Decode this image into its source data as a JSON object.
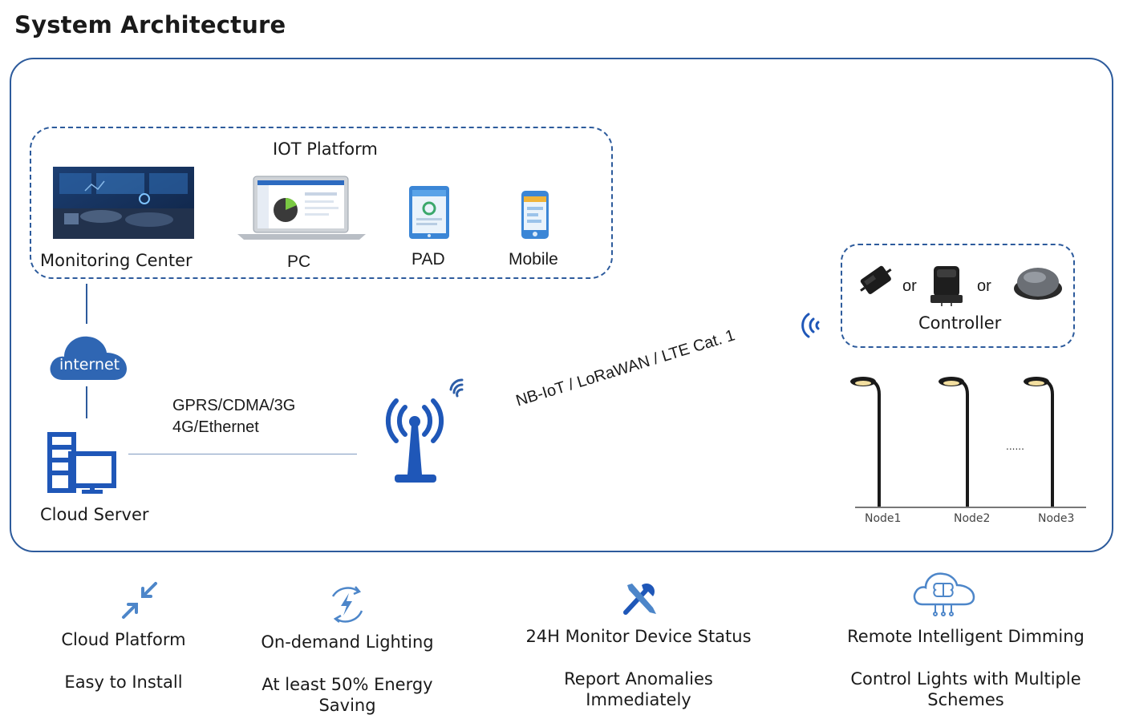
{
  "title": "System Architecture",
  "iot_platform": {
    "label": "IOT Platform",
    "devices": [
      "Monitoring Center",
      "PC",
      "PAD",
      "Mobile"
    ]
  },
  "cloud": {
    "internet_label": "internet",
    "server_label": "Cloud Server"
  },
  "link": {
    "line1": "GPRS/CDMA/3G",
    "line2": "4G/Ethernet"
  },
  "wireless_label": "NB-IoT / LoRaWAN / LTE Cat. 1",
  "controller": {
    "label": "Controller",
    "or1": "or",
    "or2": "or"
  },
  "nodes": [
    "Node1",
    "Node2",
    "Node3"
  ],
  "ellipsis": "......",
  "features": [
    {
      "title": "Cloud Platform",
      "desc": "Easy to Install",
      "icon": "compress-arrows-icon"
    },
    {
      "title": "On-demand Lighting",
      "desc": "At least 50% Energy Saving",
      "icon": "energy-saving-icon"
    },
    {
      "title": "24H Monitor Device Status",
      "desc": "Report Anomalies Immediately",
      "icon": "tools-icon"
    },
    {
      "title": "Remote Intelligent Dimming",
      "desc": "Control Lights with Multiple Schemes",
      "icon": "cloud-brain-icon"
    }
  ],
  "colors": {
    "accent": "#2d5b9c",
    "icon_blue": "#1f57b8",
    "light_blue": "#4d86c9"
  }
}
